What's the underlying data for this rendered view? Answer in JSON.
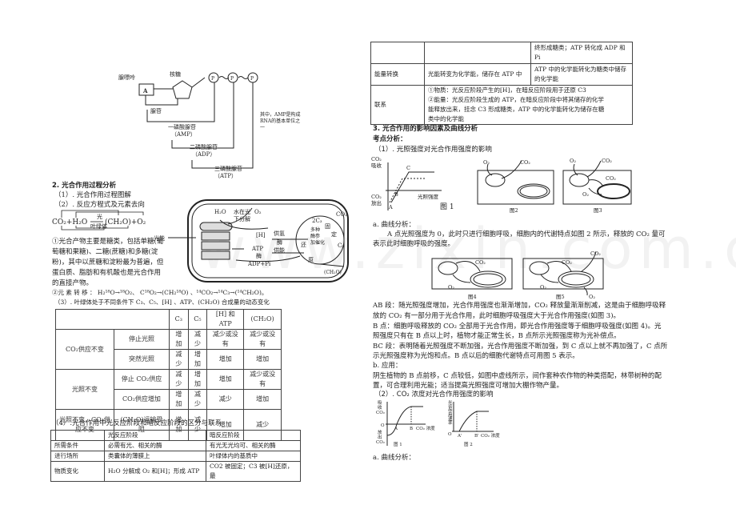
{
  "atp_diagram": {
    "adenine": "腺嘌呤",
    "ribose": "核糖",
    "adenosine": "腺苷",
    "base": "A",
    "p": "P",
    "amp": "一磷酸腺苷",
    "amp_abbr": "（AMP）",
    "adp": "二磷酸腺苷",
    "adp_abbr": "（ADP）",
    "atp": "三磷酸腺苷",
    "atp_abbr": "（ATP）",
    "note": [
      "其中，AMP是构成",
      "RNA的基本单位之",
      "一"
    ]
  },
  "section2": {
    "title": "2. 光合作用过程分析",
    "sub1": "（1）. 光合作用过程图解",
    "sub2": "（2）. 反应方程式及元素去向",
    "equation": {
      "left": "CO₂+H₂O",
      "light": "光",
      "chloroplast": "叶绿体",
      "right": "(CH₂O)+O₂"
    },
    "para1": [
      "①光合产物主要是糖类，包括单糖(葡",
      "萄糖和果糖)、二糖(蔗糖)和多糖(淀",
      "粉)，其中以蔗糖和淀粉最为普遍，但",
      "蛋白质、脂肪和有机酸也是光合作用",
      "的直接产物。"
    ],
    "para2": "②元 素 转 移 ： H₂¹⁸O→¹⁸O₂、 C¹⁸O₂→(CH₂¹⁸O) 、¹⁴CO₂→¹⁴C₃→(¹⁴CH₂O)。",
    "sub3": "（3）. 叶绿体处于不同条件下 C₃、C₅、[H] 、ATP、(CH₂O) 合成量的动态变化",
    "sub4": "（4）.光合作用中光反应阶段和暗反应阶段的区分与联系"
  },
  "chloroplast_diagram": {
    "light_energy": "光能",
    "h2o": "H₂O",
    "water_split": [
      "水在光",
      "下分解"
    ],
    "o2": "O₂",
    "h": "[H]",
    "supply_h": "供氢",
    "enzyme": "酶",
    "atp": "ATP",
    "supply_energy": "供能",
    "adp": "ADP+Pi",
    "c3": "2C₃",
    "fix": [
      "固",
      "定"
    ],
    "c5": "C₅",
    "co2": "CO₂",
    "many": [
      "多种",
      "酶参",
      "加催化"
    ],
    "reduce": [
      "还",
      "原"
    ],
    "ch2o": "(CH₂O)"
  },
  "table1": {
    "header": [
      "",
      "",
      "C₃",
      "C₅",
      "[H] 和 ATP",
      "(CH₂O)"
    ],
    "rows": [
      {
        "group": "CO₂供应不变",
        "cond": "停止光照",
        "vals": [
          "增加",
          "减少",
          "减少或没有",
          "减少或没有"
        ]
      },
      {
        "cond": "突然光照",
        "vals": [
          "减少",
          "增加",
          "增加",
          "增加"
        ]
      },
      {
        "group": "光照不变",
        "cond": "停止 CO₂供应",
        "vals": [
          "减少",
          "增加",
          "增加",
          "减少或没有"
        ]
      },
      {
        "cond": "CO₂供应增加",
        "vals": [
          "增加",
          "减少",
          "减少",
          "增加"
        ]
      },
      {
        "group": "光照不变，CO₂供应不变",
        "cond": "(CH₂O)运输受阻",
        "vals": [
          "增加",
          "减少",
          "增加",
          "减少"
        ]
      }
    ]
  },
  "table2": {
    "header": [
      "",
      "光反应阶段",
      "暗反应阶段"
    ],
    "rows": [
      [
        "所需条件",
        "必需有光、相关的酶",
        "有光无光均可、相关的酶"
      ],
      [
        "进行场所",
        "类囊体的薄膜上",
        "叶绿体内的基质中"
      ],
      [
        "物质变化",
        "H₂O 分解成 O₂ 和[H]；形成 ATP",
        "CO2 被固定；C3 被[H]还原，最"
      ]
    ]
  },
  "table3": {
    "rows": [
      [
        "",
        "",
        "终形成糖类；ATP 转化成 ADP 和 Pi"
      ],
      [
        "能量转换",
        "光能转变为化学能，储存在 ATP 中",
        "ATP 中的化学能转化为糖类中储存的化学能"
      ]
    ],
    "link_label": "联系",
    "link_lines": [
      "①物质：光反应阶段产生的[H]，在暗反应阶段用于还原 C3",
      "②能量：光反应阶段生成的 ATP，在暗反应阶段中将其储存的化学",
      "能释放出来，挂念 C3 形成糖类，ATP 中的化学能转化为储存在糖",
      "类中的化学能"
    ]
  },
  "section3": {
    "title": "3. 光合作用的影响因素及曲线分析",
    "analysis": "考点分析：",
    "sub1": "（1）. 光照强度对光合作用强度的影响",
    "fig1": {
      "y_top": [
        "CO₂",
        "吸收"
      ],
      "y_bottom": [
        "CO₂",
        "放出"
      ],
      "x": "光照强度",
      "A": "A",
      "B": "B",
      "C": "C",
      "caption": "图 1"
    },
    "cells": {
      "o2": "O₂",
      "co2": "CO₂",
      "fig2": "图2",
      "fig3": "图3",
      "fig4": "图4",
      "fig5": "图5"
    },
    "a_label": "a. 曲线分析：",
    "a_lines": [
      "A 点光照强度为 0，此时只进行细胞呼吸，细胞内的代谢特点如图 2 所示，释放的 CO₂ 量可",
      "表示此时细胞呼吸的强度。"
    ],
    "ab_lines": [
      "AB 段：随光照强度增加，光合作用强度也渐渐增加，CO₂ 释放量渐渐削减，这是由于细胞呼吸释",
      "放的 CO₂ 有一部分用于光合作用，此时细胞呼吸强度大于光合作用强度(如图 3)。",
      "B 点：细胞呼吸释放的 CO₂ 全部用于光合作用，即光合作用强度等于细胞呼吸强度(如图 4)。光",
      "照强度只有在 B 点以上时，植物才能正常生长，B 点所示光照强度称为光补偿点。",
      "BC 段：表明随着光照强度不断加强，光合作用强度不断加强，到 C 点以上就不再加强了，C 点所",
      "示光照强度称为光饱和点。B 点以后的细胞代谢特点可用图 5 表示。"
    ],
    "b_label": "b. 应用：",
    "b_lines": [
      "阴生植物的 B 点前移，C 点较低，如图中虚线所示，间作套种农作物的种类搭配，林带树种的配",
      "置，可合理利用光能；适当提高光照强度可增加大棚作物产量。"
    ],
    "sub2": "（2）. CO₂ 浓度对光合作用强度的影响",
    "co2fig1": {
      "y_top": [
        "吸",
        "收",
        "CO₂"
      ],
      "y_bottom": [
        "放",
        "出",
        "CO₂"
      ],
      "o": "O",
      "A": "A",
      "B": "B",
      "x": "CO₂ 浓度",
      "caption": "图 1"
    },
    "co2fig2": {
      "y": [
        "光",
        "合",
        "作",
        "用",
        "速",
        "率"
      ],
      "o": "O",
      "A": "A'",
      "B": "B'",
      "x": "CO₂ 浓度",
      "caption": "图 2"
    },
    "a2_label": "a. 曲线分析："
  }
}
